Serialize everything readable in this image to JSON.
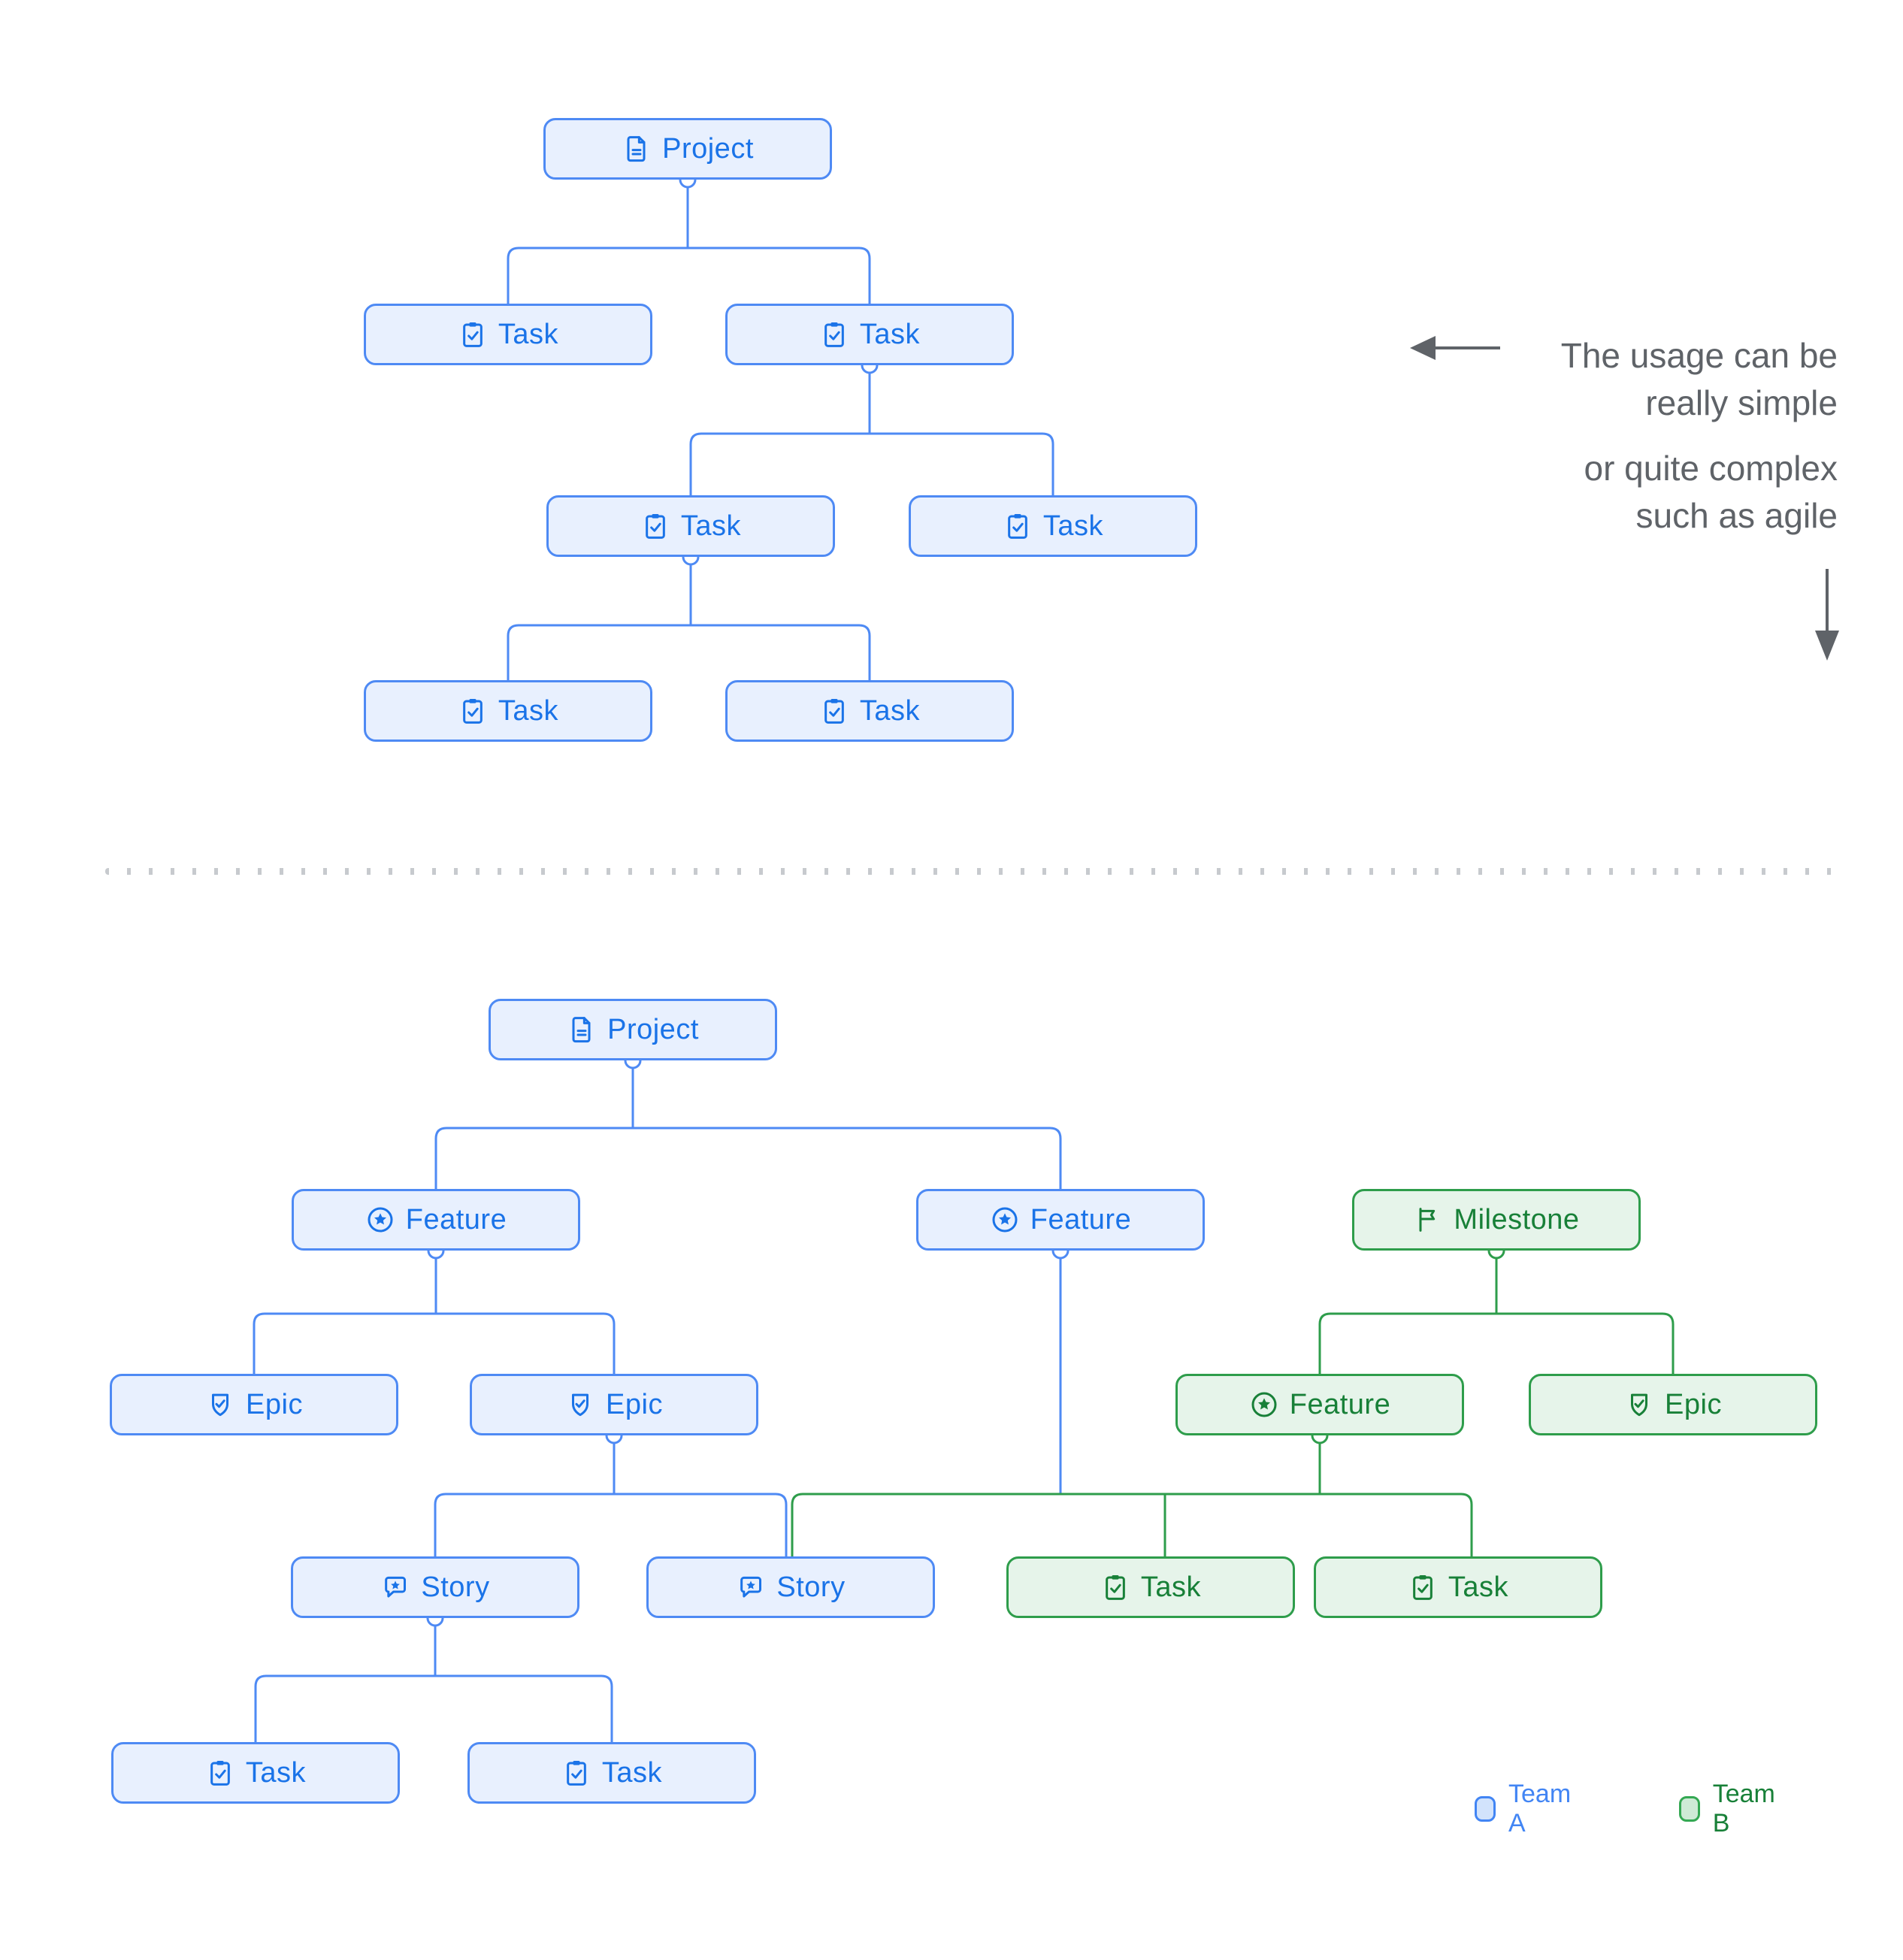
{
  "annotation": {
    "para1_line1": "The usage can be",
    "para1_line2": "really simple",
    "para2_line1": "or quite complex",
    "para2_line2": "such as agile"
  },
  "legend": {
    "team_a": {
      "label": "Team A",
      "color": "#4285F4",
      "fill": "#D2E3FC"
    },
    "team_b": {
      "label": "Team B",
      "color": "#188038",
      "fill": "#CEEAD6"
    }
  },
  "colors": {
    "team_a_border": "#4E8AF4",
    "team_a_fill": "#E8F0FE",
    "team_a_text": "#1A73E8",
    "team_b_border": "#2E9D4B",
    "team_b_fill": "#E6F4EA",
    "team_b_text": "#188038",
    "annotation_text": "#5F6368",
    "divider_dots": "#C7CACE"
  },
  "nodes": [
    {
      "id": "top-project",
      "label": "Project",
      "icon": "document-icon",
      "team": "team-a"
    },
    {
      "id": "top-task-1",
      "label": "Task",
      "icon": "task-icon",
      "team": "team-a"
    },
    {
      "id": "top-task-2",
      "label": "Task",
      "icon": "task-icon",
      "team": "team-a"
    },
    {
      "id": "top-task-3",
      "label": "Task",
      "icon": "task-icon",
      "team": "team-a"
    },
    {
      "id": "top-task-4",
      "label": "Task",
      "icon": "task-icon",
      "team": "team-a"
    },
    {
      "id": "top-task-5",
      "label": "Task",
      "icon": "task-icon",
      "team": "team-a"
    },
    {
      "id": "top-task-6",
      "label": "Task",
      "icon": "task-icon",
      "team": "team-a"
    },
    {
      "id": "bot-project",
      "label": "Project",
      "icon": "document-icon",
      "team": "team-a"
    },
    {
      "id": "feature-1",
      "label": "Feature",
      "icon": "feature-icon",
      "team": "team-a"
    },
    {
      "id": "feature-2",
      "label": "Feature",
      "icon": "feature-icon",
      "team": "team-a"
    },
    {
      "id": "milestone",
      "label": "Milestone",
      "icon": "milestone-icon",
      "team": "team-b"
    },
    {
      "id": "epic-1",
      "label": "Epic",
      "icon": "epic-icon",
      "team": "team-a"
    },
    {
      "id": "epic-2",
      "label": "Epic",
      "icon": "epic-icon",
      "team": "team-a"
    },
    {
      "id": "feature-3",
      "label": "Feature",
      "icon": "feature-icon",
      "team": "team-b"
    },
    {
      "id": "epic-3",
      "label": "Epic",
      "icon": "epic-icon",
      "team": "team-b"
    },
    {
      "id": "story-1",
      "label": "Story",
      "icon": "story-icon",
      "team": "team-a"
    },
    {
      "id": "story-2",
      "label": "Story",
      "icon": "story-icon",
      "team": "team-a"
    },
    {
      "id": "green-task-1",
      "label": "Task",
      "icon": "task-icon",
      "team": "team-b"
    },
    {
      "id": "green-task-2",
      "label": "Task",
      "icon": "task-icon",
      "team": "team-b"
    },
    {
      "id": "bot-task-1",
      "label": "Task",
      "icon": "task-icon",
      "team": "team-a"
    },
    {
      "id": "bot-task-2",
      "label": "Task",
      "icon": "task-icon",
      "team": "team-a"
    }
  ],
  "edges": {
    "top-project": [
      "top-task-1",
      "top-task-2"
    ],
    "top-task-2": [
      "top-task-3",
      "top-task-4"
    ],
    "top-task-3": [
      "top-task-5",
      "top-task-6"
    ],
    "bot-project": [
      "feature-1",
      "feature-2"
    ],
    "feature-1": [
      "epic-1",
      "epic-2"
    ],
    "epic-2": [
      "story-1",
      "story-2"
    ],
    "milestone": [
      "feature-3",
      "epic-3"
    ],
    "shared-bus-feature-2-and-feature-3": [
      "story-2",
      "green-task-1",
      "green-task-2"
    ],
    "story-1": [
      "bot-task-1",
      "bot-task-2"
    ]
  }
}
